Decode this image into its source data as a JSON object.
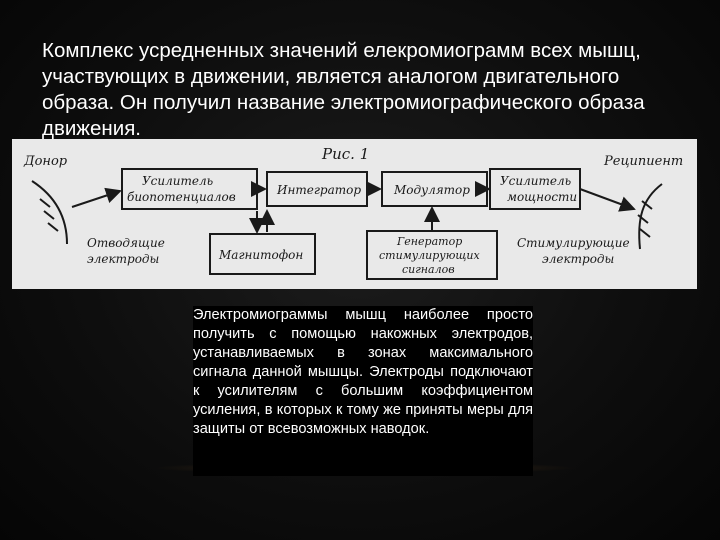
{
  "slide": {
    "title": "Комплекс усредненных значений елекромиограмм всех мышц, участвующих в движении, является аналогом двигательного образа. Он получил название электромиографического образа движения.",
    "body": "Электромиограммы мышц наиболее просто получить с помощью накожных электродов, устанавливаемых в зонах максимального сигнала данной мышцы. Электроды подключают к усилителям с большим коэффициентом усиления, в которых к тому же приняты меры для защиты от всевозможных наводок."
  },
  "figure": {
    "caption": "Рис. 1",
    "donor": "Донор",
    "recipient": "Реципиент",
    "amp_bio_1": "Усилитель",
    "amp_bio_2": "биопотенциалов",
    "integrator": "Интегратор",
    "modulator": "Модулятор",
    "amp_power_1": "Усилитель",
    "amp_power_2": "мощности",
    "tape": "Магнитофон",
    "gen_1": "Генератор",
    "gen_2": "стимулирующих",
    "gen_3": "сигналов",
    "lead_1": "Отводящие",
    "lead_2": "электроды",
    "stim_1": "Стимулирующие",
    "stim_2": "электроды"
  }
}
